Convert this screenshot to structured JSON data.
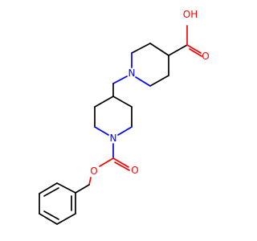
{
  "diagram": {
    "type": "chemical-structure",
    "atoms": {
      "oh_label": "OH",
      "carbonyl_o_top": "O",
      "n_top": "N",
      "n_bottom": "N",
      "carbonyl_o_bottom": "O",
      "ester_o": "O"
    },
    "colors": {
      "carbon_bond": "#000000",
      "oxygen": "#ff0000",
      "nitrogen": "#0000ff",
      "background": "#ffffff"
    }
  }
}
